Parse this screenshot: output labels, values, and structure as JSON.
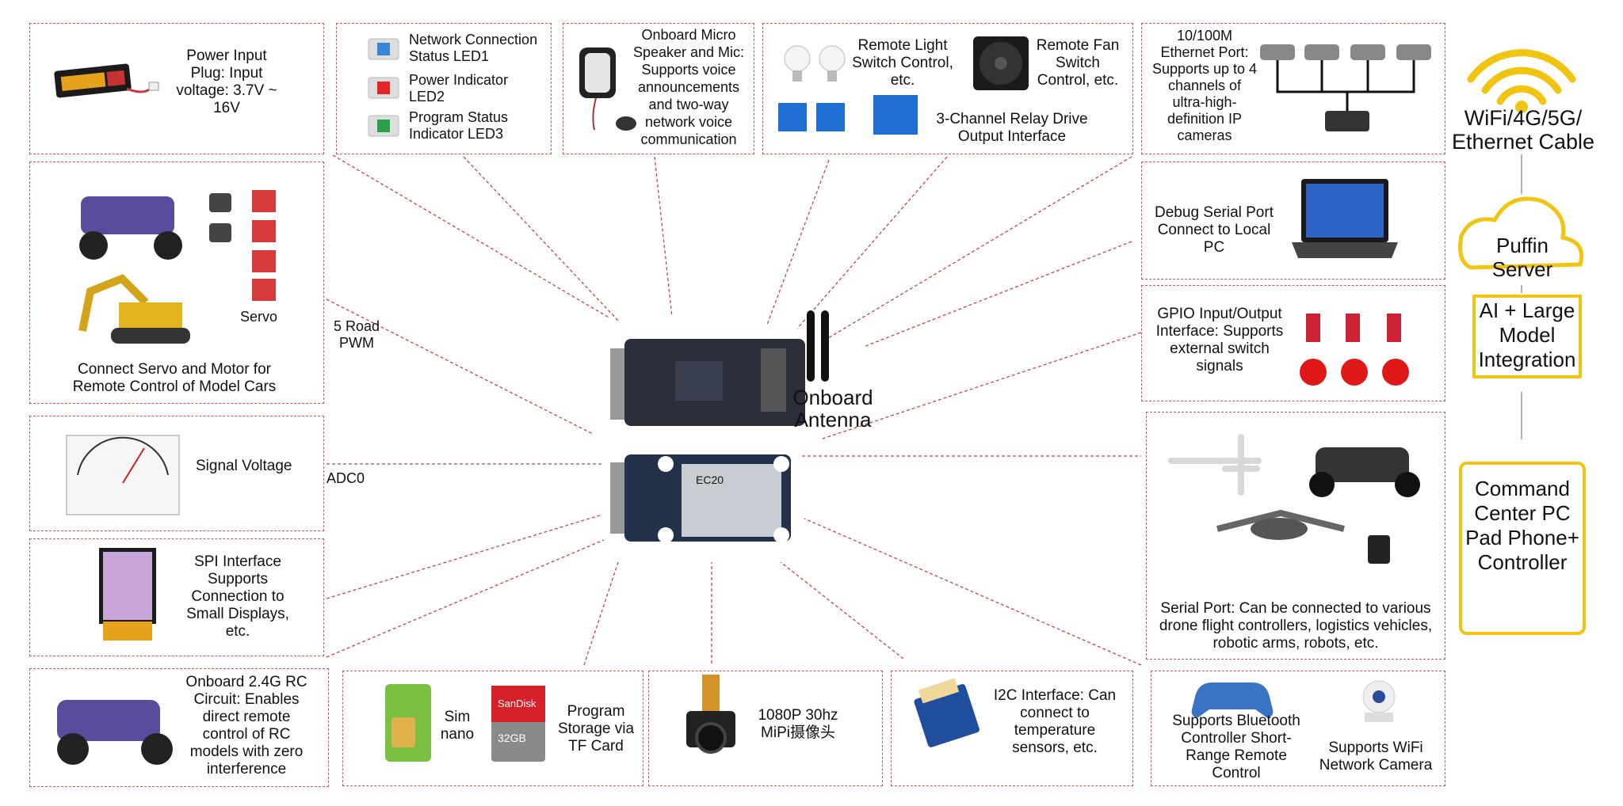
{
  "modules": {
    "power_input": {
      "text": "Power Input Plug: Input voltage: 3.7V ~ 16V"
    },
    "leds": {
      "led1": "Network Connection Status LED1",
      "led2": "Power Indicator LED2",
      "led3": "Program Status Indicator LED3"
    },
    "speaker": {
      "text": "Onboard Micro Speaker and Mic: Supports voice announcements and two-way network voice communication"
    },
    "relay": {
      "light": "Remote Light Switch Control, etc.",
      "fan": "Remote Fan Switch Control, etc.",
      "relay": "3-Channel Relay Drive Output Interface"
    },
    "ethernet": {
      "text": "10/100M Ethernet Port: Supports up to 4 channels of ultra-high-definition IP cameras"
    },
    "servo": {
      "servo_label": "Servo",
      "caption": "Connect Servo and Motor for Remote Control of Model Cars"
    },
    "pwm_label": "5 Road PWM",
    "debug": {
      "text": "Debug Serial Port Connect to Local PC"
    },
    "gpio": {
      "text": "GPIO Input/Output Interface: Supports external switch signals"
    },
    "antenna": "Onboard Antenna",
    "signal_voltage": {
      "text": "Signal Voltage"
    },
    "adc_label": "ADC0",
    "serial": {
      "text": "Serial Port: Can be connected to various drone flight controllers, logistics vehicles, robotic arms, robots, etc."
    },
    "spi": {
      "text": "SPI Interface Supports Connection to Small Displays, etc."
    },
    "rc": {
      "text": "Onboard 2.4G RC Circuit: Enables direct remote control of RC models with zero interference"
    },
    "storage": {
      "sim": "Sim nano",
      "tf": "Program Storage via TF Card",
      "sd_brand": "SanDisk",
      "sd_cap": "32GB"
    },
    "camera": {
      "text": "1080P 30hz MiPi摄像头"
    },
    "i2c": {
      "text": "I2C Interface: Can connect to temperature sensors, etc."
    },
    "wireless": {
      "bt": "Supports Bluetooth Controller Short-Range Remote Control",
      "wifi_cam": "Supports WiFi Network Camera"
    },
    "board": {
      "chip_label": "EC20"
    }
  },
  "right_panel": {
    "network": "WiFi/4G/5G/ Ethernet Cable",
    "server": "Puffin Server",
    "ai": "AI + Large Model Integration",
    "command": "Command Center PC Pad Phone+ Controller"
  },
  "colors": {
    "dash": "#d8505a",
    "accent": "#f1c40f",
    "board": "#2a2f3a"
  }
}
